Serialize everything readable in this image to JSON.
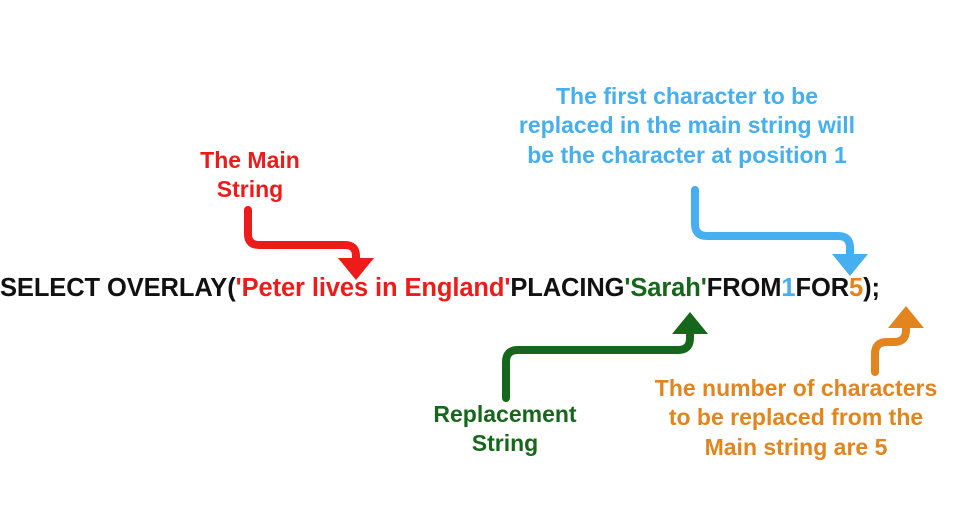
{
  "diagram": {
    "title_context": "SQL OVERLAY function syntax breakdown",
    "colors": {
      "red": "#EE1B1B",
      "blue": "#45AFF0",
      "green": "#16661B",
      "orange": "#E3851E",
      "black": "#111111",
      "background": "#FFFFFF"
    },
    "sql_statement": {
      "full_text": "SELECT OVERLAY('Peter lives in England' PLACING 'Sarah'  FROM 1  FOR 5 );",
      "tokens": [
        {
          "text": "SELECT OVERLAY(",
          "color": "black"
        },
        {
          "text": "'Peter lives in England'",
          "color": "red"
        },
        {
          "text": " PLACING ",
          "color": "black"
        },
        {
          "text": "'Sarah'",
          "color": "green"
        },
        {
          "text": "  FROM ",
          "color": "black"
        },
        {
          "text": "1",
          "color": "blue"
        },
        {
          "text": "  FOR ",
          "color": "black"
        },
        {
          "text": "5",
          "color": "orange"
        },
        {
          "text": " );",
          "color": "black"
        }
      ]
    },
    "annotations": [
      {
        "id": "main-string",
        "text": "The Main\nString",
        "color": "red",
        "points_to": "'Peter lives in England'"
      },
      {
        "id": "first-character",
        "text": "The first character to be\nreplaced in the main string will\nbe the character at position 1",
        "color": "blue",
        "points_to": "1"
      },
      {
        "id": "replacement-string",
        "text": "Replacement\nString",
        "color": "green",
        "points_to": "'Sarah'"
      },
      {
        "id": "number-of-characters",
        "text": "The number of characters\nto be replaced from the\nMain string are 5",
        "color": "orange",
        "points_to": "5"
      }
    ],
    "arrows": [
      {
        "id": "red-arrow",
        "color": "red",
        "direction": "down-right-down",
        "icon": "elbow-arrow-icon"
      },
      {
        "id": "blue-arrow",
        "color": "blue",
        "direction": "down-right-down",
        "icon": "elbow-arrow-icon"
      },
      {
        "id": "green-arrow",
        "color": "green",
        "direction": "up-right-up",
        "icon": "elbow-arrow-icon"
      },
      {
        "id": "orange-arrow",
        "color": "orange",
        "direction": "up-right-up",
        "icon": "curve-arrow-icon"
      }
    ]
  }
}
